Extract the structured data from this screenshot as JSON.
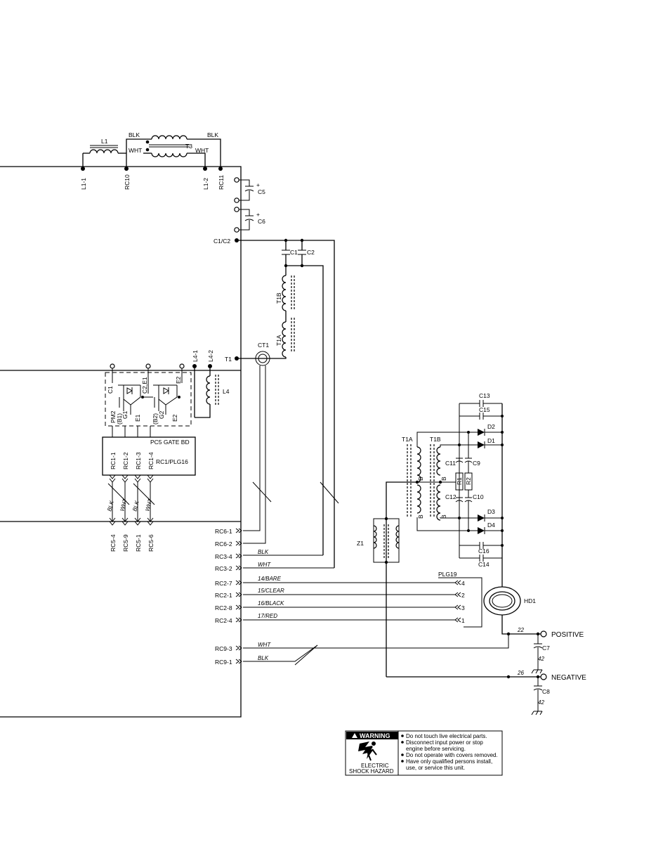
{
  "labels": {
    "L1": "L1",
    "T3": "T3",
    "BLK": "BLK",
    "WHT": "WHT",
    "L1_1": "L1-1",
    "RC10": "RC10",
    "L1_2": "L1-2",
    "RC11": "RC11",
    "C5": "C5",
    "C6": "C6",
    "plus": "+",
    "C1C2": "C1/C2",
    "C1": "C1",
    "C2": "C2",
    "T1B": "T1B",
    "T1A": "T1A",
    "T1": "T1",
    "CT1": "CT1",
    "L4_1": "L4-1",
    "L4_2": "L4-2",
    "L4": "L4",
    "PM2": "PM2",
    "B1": "(B1)",
    "G1": "G1",
    "E1": "E1",
    "C2E1": "C2,E1",
    "E2": "E2",
    "B2": "(B2)",
    "G2": "G2",
    "PC5": "PC5 GATE BD",
    "RC1_PLG16": "RC1/PLG16",
    "RC1_1": "RC1-1",
    "RC1_2": "RC1-2",
    "RC1_3": "RC1-3",
    "RC1_4": "RC1-4",
    "RC5_4": "RC5-4",
    "RC5_9": "RC5-9",
    "RC5_1": "RC5-1",
    "RC5_6": "RC5-6",
    "RC6_1": "RC6-1",
    "RC6_2": "RC6-2",
    "RC3_4": "RC3-4",
    "RC3_2": "RC3-2",
    "RC2_7": "RC2-7",
    "RC2_1": "RC2-1",
    "RC2_8": "RC2-8",
    "RC2_4": "RC2-4",
    "RC9_3": "RC9-3",
    "RC9_1": "RC9-1",
    "w14": "14/BARE",
    "w15": "15/CLEAR",
    "w16": "16/BLACK",
    "w17": "17/RED",
    "PLG19": "PLG19",
    "p4": "4",
    "p2": "2",
    "p3": "3",
    "p1": "1",
    "Z1": "Z1",
    "T1A_r": "T1A",
    "T1B_r": "T1B",
    "C13": "C13",
    "C15": "C15",
    "D2": "D2",
    "D1": "D1",
    "C11": "C11",
    "C9": "C9",
    "R1": "R1",
    "R2": "R2",
    "C12": "C12",
    "C10": "C10",
    "D3": "D3",
    "D4": "D4",
    "C16": "C16",
    "C14": "C14",
    "HD1": "HD1",
    "B": "B",
    "n22": "22",
    "n26": "26",
    "n42a": "42",
    "n42b": "42",
    "C7": "C7",
    "C8": "C8",
    "POSITIVE": "POSITIVE",
    "NEGATIVE": "NEGATIVE"
  },
  "warning": {
    "title": "WARNING",
    "hazard_line1": "ELECTRIC",
    "hazard_line2": "SHOCK HAZARD",
    "items": [
      "Do not touch live electrical parts.",
      "Disconnect input power or stop",
      "engine before servicing.",
      "Do not operate with covers removed.",
      "Have only qualified persons install,",
      "use, or service this unit."
    ]
  }
}
